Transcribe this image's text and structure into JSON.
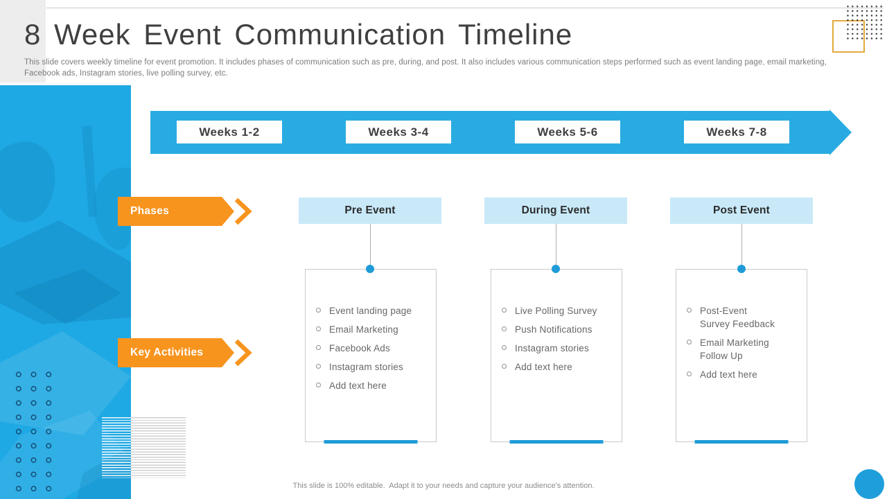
{
  "slide": {
    "title": "8 Week Event Communication Timeline",
    "description": "This slide covers weekly timeline for event promotion. It includes phases of communication such as pre, during, and post. It also includes various communication steps performed such as event landing page, email marketing, Facebook ads, Instagram stories, live polling survey, etc.",
    "footer_note": "This slide is 100% editable.  Adapt it to your needs and capture your audience's attention."
  },
  "timeline": {
    "week_ranges": [
      "Weeks 1-2",
      "Weeks 3-4",
      "Weeks 5-6",
      "Weeks 7-8"
    ]
  },
  "row_labels": {
    "phases": "Phases",
    "key_activities": "Key Activities"
  },
  "phases": [
    {
      "name": "Pre Event",
      "activities": [
        "Event landing page",
        "Email Marketing",
        "Facebook Ads",
        "Instagram stories",
        "Add text here"
      ]
    },
    {
      "name": "During Event",
      "activities": [
        "Live Polling Survey",
        "Push Notifications",
        "Instagram stories",
        "Add text here"
      ]
    },
    {
      "name": "Post Event",
      "activities": [
        "Post-Event\nSurvey Feedback",
        "Email Marketing\nFollow Up",
        "Add text here"
      ]
    }
  ],
  "colors": {
    "accent_blue": "#29ABE2",
    "accent_orange": "#F7941E",
    "phase_box_blue": "#C9E9F8",
    "connector_blue": "#1F9CD8",
    "decor_gold": "#E4A93D"
  }
}
